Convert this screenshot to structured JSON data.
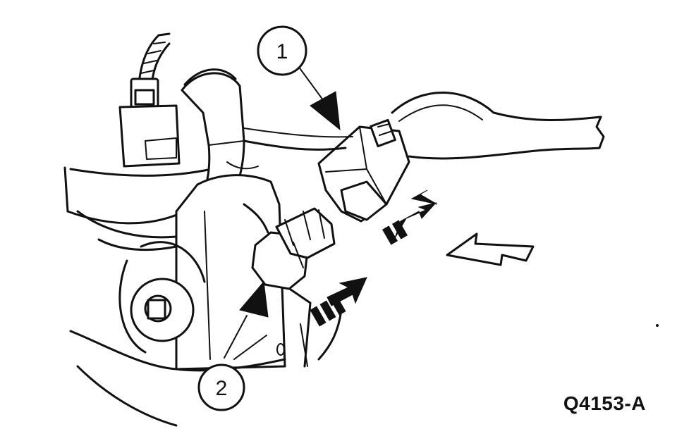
{
  "callouts": [
    {
      "id": "1",
      "label": "1"
    },
    {
      "id": "2",
      "label": "2"
    }
  ],
  "figure_id": "Q4153-A",
  "colors": {
    "line": "#111111",
    "background": "#ffffff"
  }
}
